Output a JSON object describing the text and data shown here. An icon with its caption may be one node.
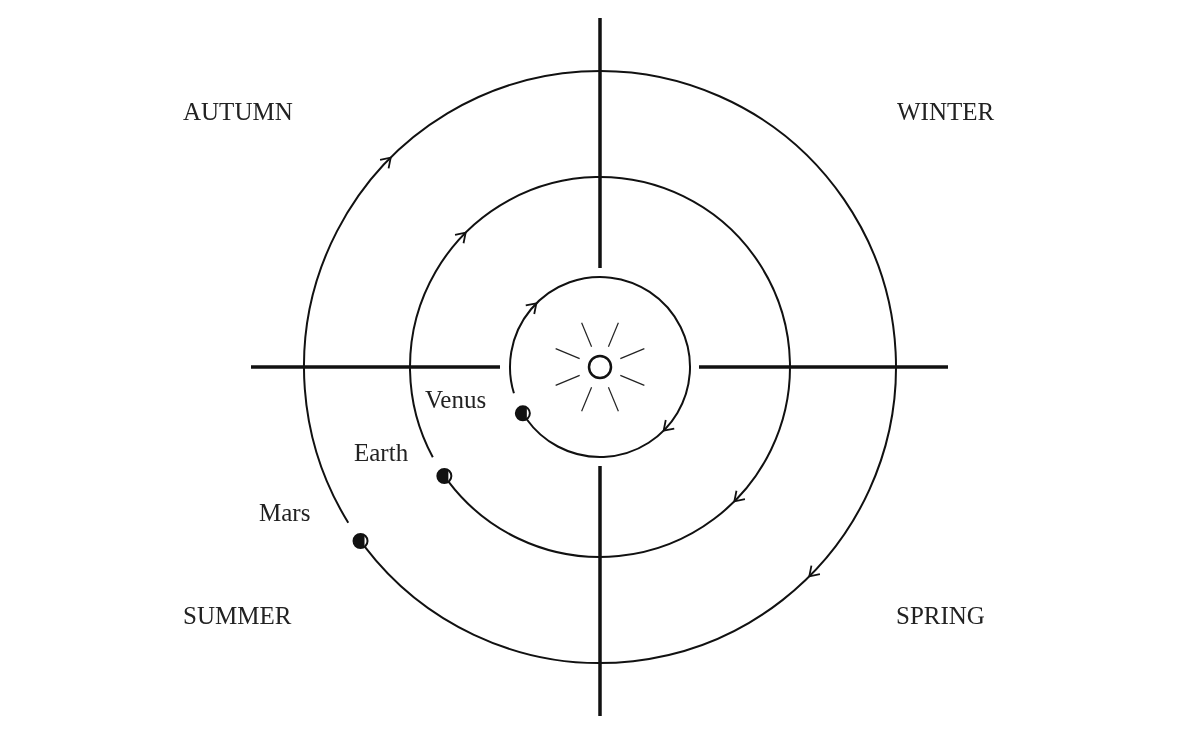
{
  "diagram": {
    "labels": [
      "AUTUMN",
      "WINTER",
      "Venus",
      "Earth",
      "Mars",
      "SUMMER",
      "SPRING"
    ]
  }
}
